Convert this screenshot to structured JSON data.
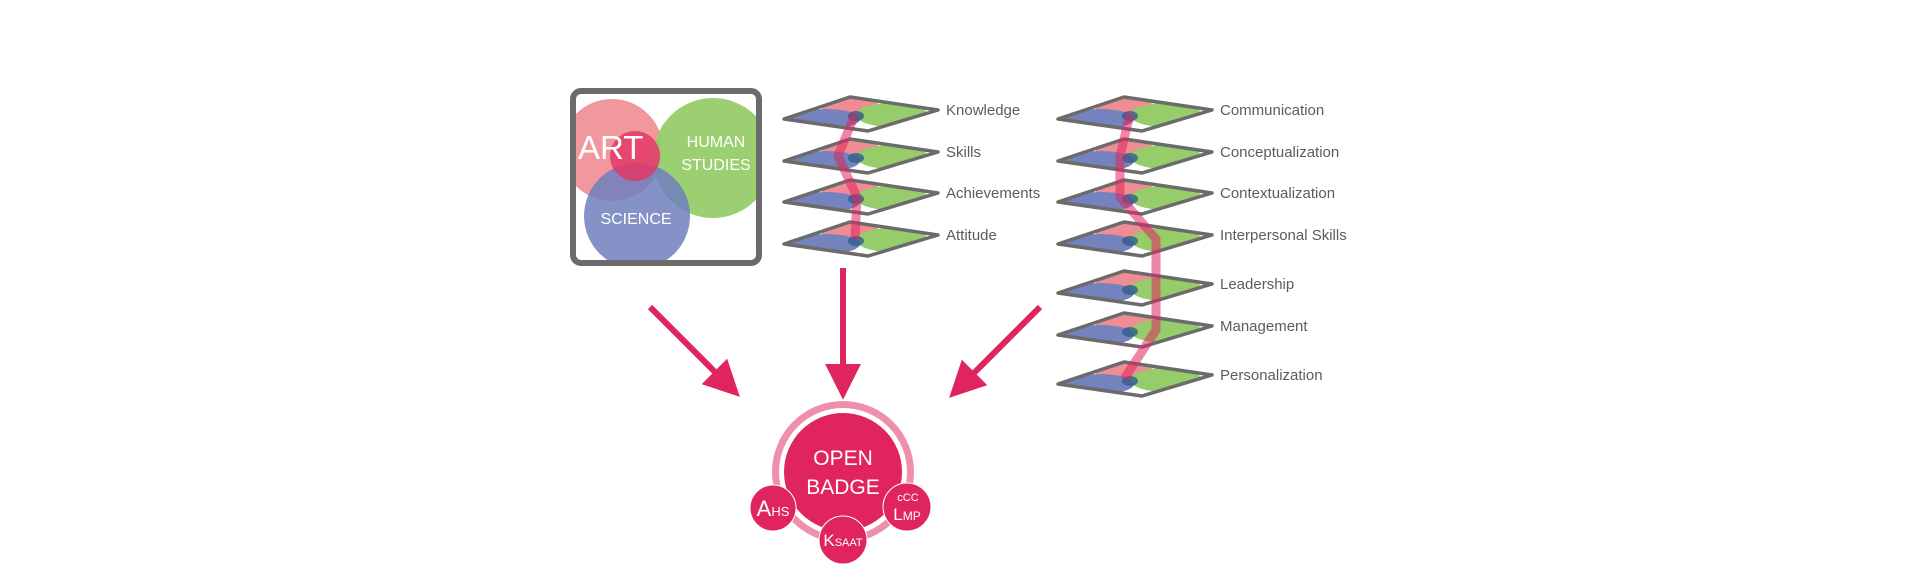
{
  "colors": {
    "accent": "#e0245e",
    "accent_light": "#ee8fab",
    "art": "#ef8c94",
    "human_studies": "#96cc6a",
    "science": "#7482bd",
    "frame": "#6b6b6b",
    "label_text": "#5c5c5c"
  },
  "venn_box": {
    "art_label": "ART",
    "human_studies_label_line1": "HUMAN",
    "human_studies_label_line2": "STUDIES",
    "science_label": "SCIENCE"
  },
  "layer_stack_left": {
    "layers": [
      {
        "label": "Knowledge"
      },
      {
        "label": "Skills"
      },
      {
        "label": "Achievements"
      },
      {
        "label": "Attitude"
      }
    ]
  },
  "layer_stack_right": {
    "layers": [
      {
        "label": "Communication"
      },
      {
        "label": "Conceptualization"
      },
      {
        "label": "Contextualization"
      },
      {
        "label": "Interpersonal Skills"
      },
      {
        "label": "Leadership"
      },
      {
        "label": "Management"
      },
      {
        "label": "Personalization"
      }
    ]
  },
  "badge": {
    "title_line1": "OPEN",
    "title_line2": "BADGE",
    "sub_left": {
      "big": "A",
      "small": "HS"
    },
    "sub_bottom": {
      "big": "K",
      "small": "SAAT"
    },
    "sub_right": {
      "top": "cCC",
      "big": "L",
      "small": "MP"
    }
  }
}
